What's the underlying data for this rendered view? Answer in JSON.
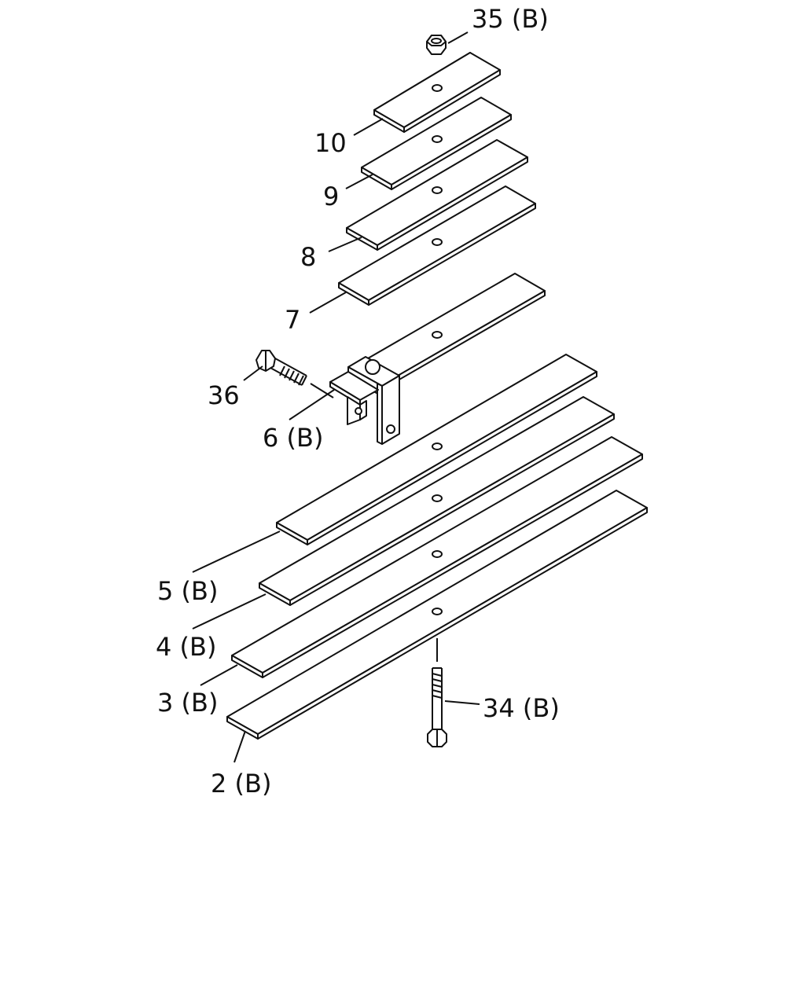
{
  "parts": [
    {
      "id": "p35",
      "label": "35 (B)",
      "kind": "nut"
    },
    {
      "id": "p10",
      "label": "10",
      "kind": "leaf"
    },
    {
      "id": "p9",
      "label": "9",
      "kind": "leaf"
    },
    {
      "id": "p8",
      "label": "8",
      "kind": "leaf"
    },
    {
      "id": "p7",
      "label": "7",
      "kind": "leaf"
    },
    {
      "id": "p36",
      "label": "36",
      "kind": "bolt"
    },
    {
      "id": "p6",
      "label": "6 (B)",
      "kind": "leaf-with-bracket"
    },
    {
      "id": "p5",
      "label": "5 (B)",
      "kind": "leaf"
    },
    {
      "id": "p4",
      "label": "4 (B)",
      "kind": "leaf"
    },
    {
      "id": "p3",
      "label": "3 (B)",
      "kind": "leaf"
    },
    {
      "id": "p2",
      "label": "2 (B)",
      "kind": "leaf"
    },
    {
      "id": "p34",
      "label": "34 (B)",
      "kind": "center-bolt"
    }
  ]
}
